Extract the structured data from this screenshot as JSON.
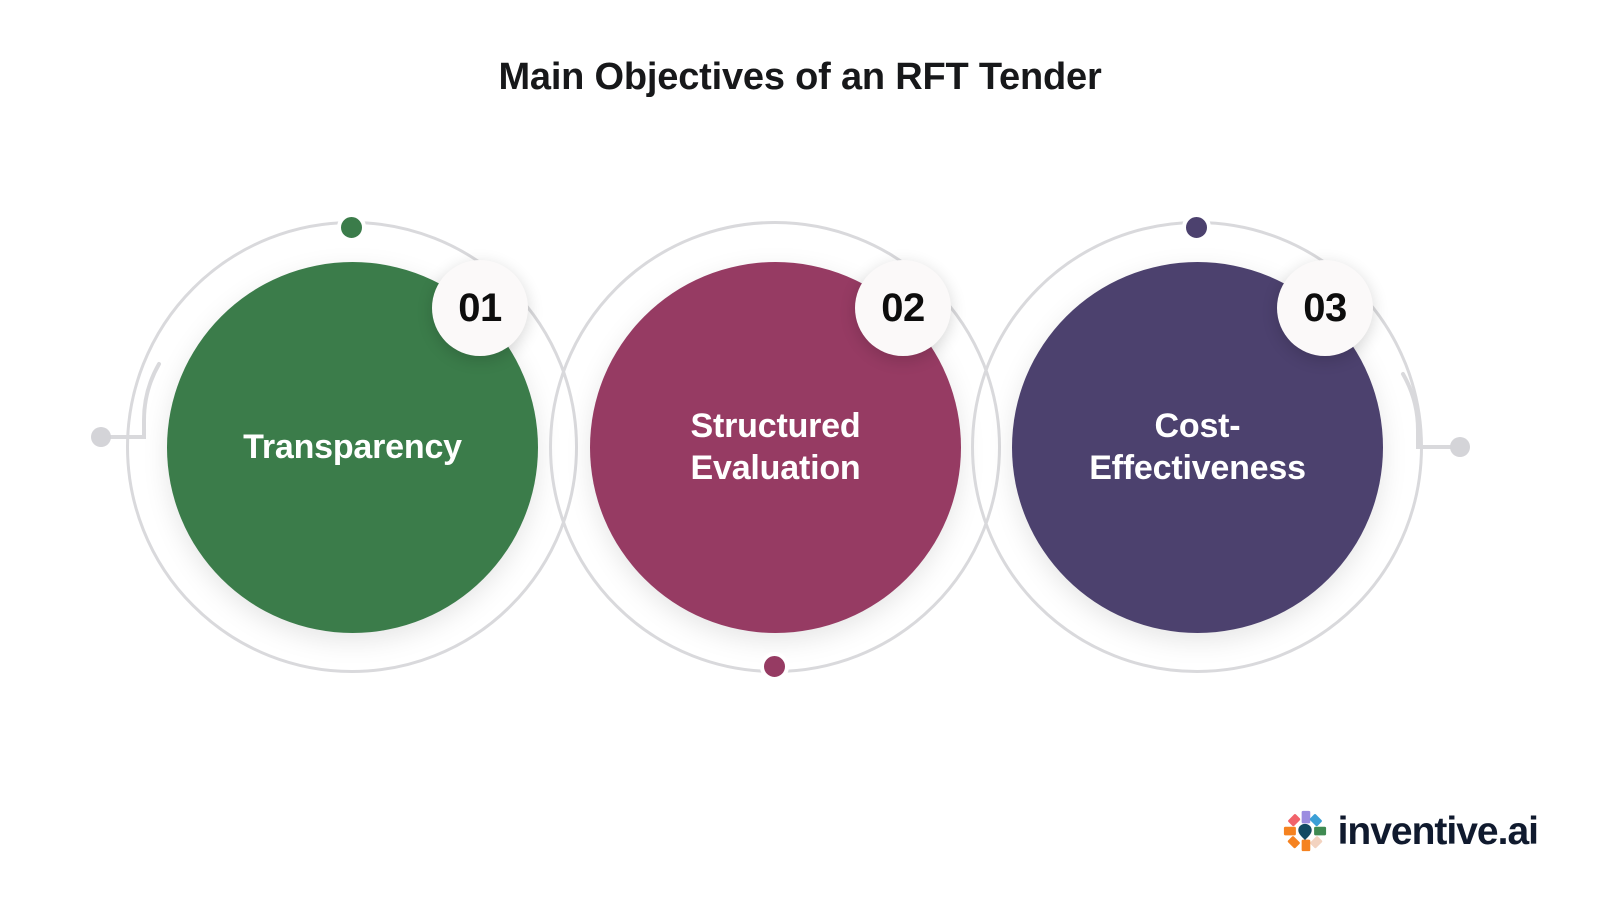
{
  "page": {
    "title": "Main Objectives of an RFT Tender",
    "background": "#ffffff",
    "title_color": "#17181a"
  },
  "diagram": {
    "type": "circle-steps",
    "ring_color": "#d9d9dc",
    "connector_dot_color": "#d4d4d8",
    "badge_background": "#fbf9f9",
    "badge_text_color": "#0d0d0d",
    "steps": [
      {
        "number": "01",
        "label": "Transparency",
        "color": "#3B7C4A",
        "dot_position": "top"
      },
      {
        "number": "02",
        "label": "Structured\nEvaluation",
        "color": "#963B63",
        "dot_position": "bottom"
      },
      {
        "number": "03",
        "label": "Cost-\nEffectiveness",
        "color": "#4C416E",
        "dot_position": "top"
      }
    ]
  },
  "logo": {
    "text": "inventive.ai",
    "text_color": "#101a2e",
    "mark_name": "inventive-pinwheel-mark",
    "mark_colors": {
      "top": "#9b8ce0",
      "upper_left": "#f1636b",
      "upper_right": "#3b9fd6",
      "left": "#f58220",
      "right": "#3f8a52",
      "lower_left": "#f58220",
      "lower_right": "#f3d3c0",
      "center": "#134a63"
    }
  }
}
